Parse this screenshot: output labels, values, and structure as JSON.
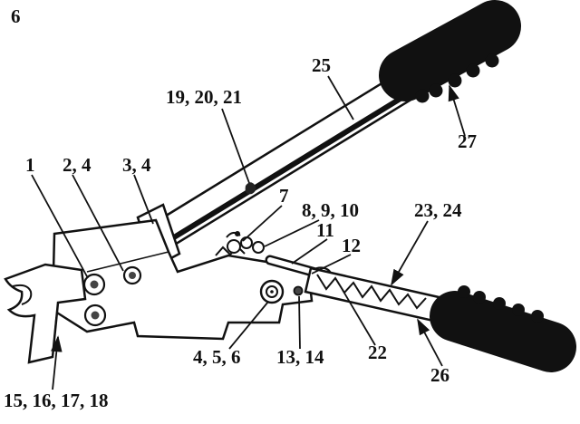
{
  "diagram": {
    "callouts": {
      "n6": "6",
      "n25": "25",
      "n19_20_21": "19, 20, 21",
      "n27": "27",
      "n1": "1",
      "n2_4": "2, 4",
      "n3_4": "3, 4",
      "n7": "7",
      "n8_9_10": "8, 9, 10",
      "n11": "11",
      "n12": "12",
      "n23_24": "23, 24",
      "n4_5_6": "4, 5, 6",
      "n13_14": "13, 14",
      "n22": "22",
      "n26": "26",
      "n15_16_17_18": "15, 16, 17, 18"
    },
    "colors": {
      "ink": "#111111",
      "background": "#ffffff"
    }
  }
}
